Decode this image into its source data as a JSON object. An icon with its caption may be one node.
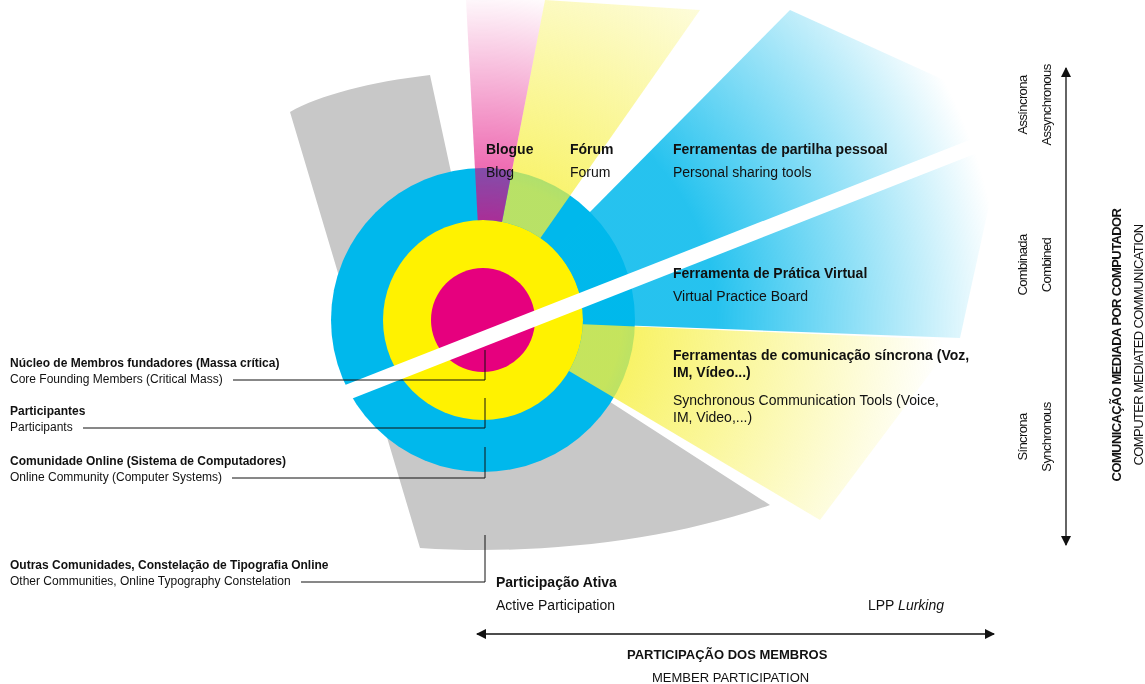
{
  "diagram": {
    "nodes": [
      {
        "text": [],
        "shape": "circle",
        "in": 1
      },
      {
        "text": [],
        "shape": "circle",
        "in": 2
      },
      {
        "text": [],
        "shape": "circle"
      },
      {
        "text": [],
        "shape": "band"
      },
      {
        "text": [
          "Núcleo de Membros fundadores (Massa crítica)",
          "Core Founding Members (Critical Mass)"
        ]
      },
      {
        "text": [
          "Participantes",
          "Participants"
        ]
      },
      {
        "text": [
          "Comunidade Online (Sistema de Computadores)",
          "Online Community (Computer Systems)"
        ]
      },
      {
        "text": [
          "Outras Comunidades, Constelação de Tipografia Online",
          "Other Communities, Online Typography Constelation"
        ]
      }
    ],
    "edges": [
      {
        "from": 4,
        "to": 0,
        "arrow": "none"
      },
      {
        "from": 5,
        "to": 1,
        "arrow": "none"
      },
      {
        "from": 6,
        "to": 2,
        "arrow": "none"
      },
      {
        "from": 7,
        "to": 3,
        "arrow": "none"
      }
    ],
    "labels": [
      "Blogue",
      "Blog",
      "Fórum",
      "Forum",
      "Ferramentas de partilha pessoal",
      "Personal sharing tools",
      "Ferramenta de Prática Virtual",
      "Virtual Practice Board",
      "Ferramentas de comunicação síncrona (Voz, IM, Vídeo...)",
      "Synchronous Communication Tools (Voice, IM, Video,...)",
      "Participação Ativa",
      "Active Participation",
      "LPP *Lurking*",
      "PARTICIPAÇÃO DOS MEMBROS",
      "MEMBER PARTICIPATION",
      "Assíncrona",
      "Assynchronous",
      "Combinada",
      "Combined",
      "Síncrona",
      "Synchronous",
      "COMUNICAÇÃO MEDIADA POR COMPUTADOR",
      "COMPUTER MEDIATED COMMUNICATION"
    ]
  }
}
